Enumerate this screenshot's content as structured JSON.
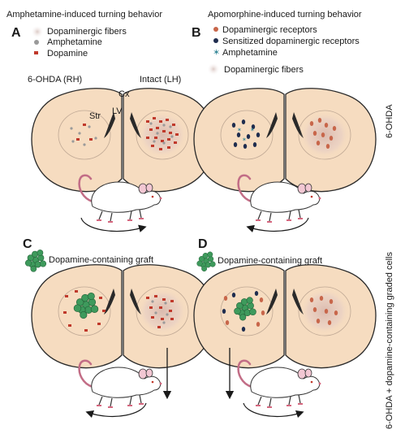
{
  "columns": {
    "left_title": "Amphetamine-induced turning behavior",
    "right_title": "Apomorphine-induced turning behavior"
  },
  "panels": {
    "a": "A",
    "b": "B",
    "c": "C",
    "d": "D"
  },
  "legend_a": {
    "fibers": "Dopaminergic fibers",
    "amphetamine": "Amphetamine",
    "dopamine": "Dopamine"
  },
  "legend_b": {
    "receptors": "Dopaminergic receptors",
    "sensitized": "Sensitized dopaminergic receptors",
    "amphetamine": "Amphetamine",
    "fibers": "Dopaminergic fibers"
  },
  "graft_label": "Dopamine-containing graft",
  "brain_labels": {
    "rh": "6-OHDA (RH)",
    "lh": "Intact (LH)",
    "cx": "Cx",
    "lv": "LV",
    "str": "Str"
  },
  "side_labels": {
    "top": "6-OHDA",
    "bottom": "6-OHDA + dopamine-containing graded cells"
  },
  "colors": {
    "brain_fill": "#f6dcc0",
    "brain_stroke": "#2a2a2a",
    "dopamine": "#c0392b",
    "amphetamine": "#9a9a9a",
    "receptor": "#c8664a",
    "sensitized_receptor": "#1f2d4f",
    "graft": "#3e9a5c",
    "fibers": "#e4cfc7"
  },
  "icons": [
    "turning-arrow-icon",
    "rat-icon",
    "down-arrow-icon"
  ]
}
